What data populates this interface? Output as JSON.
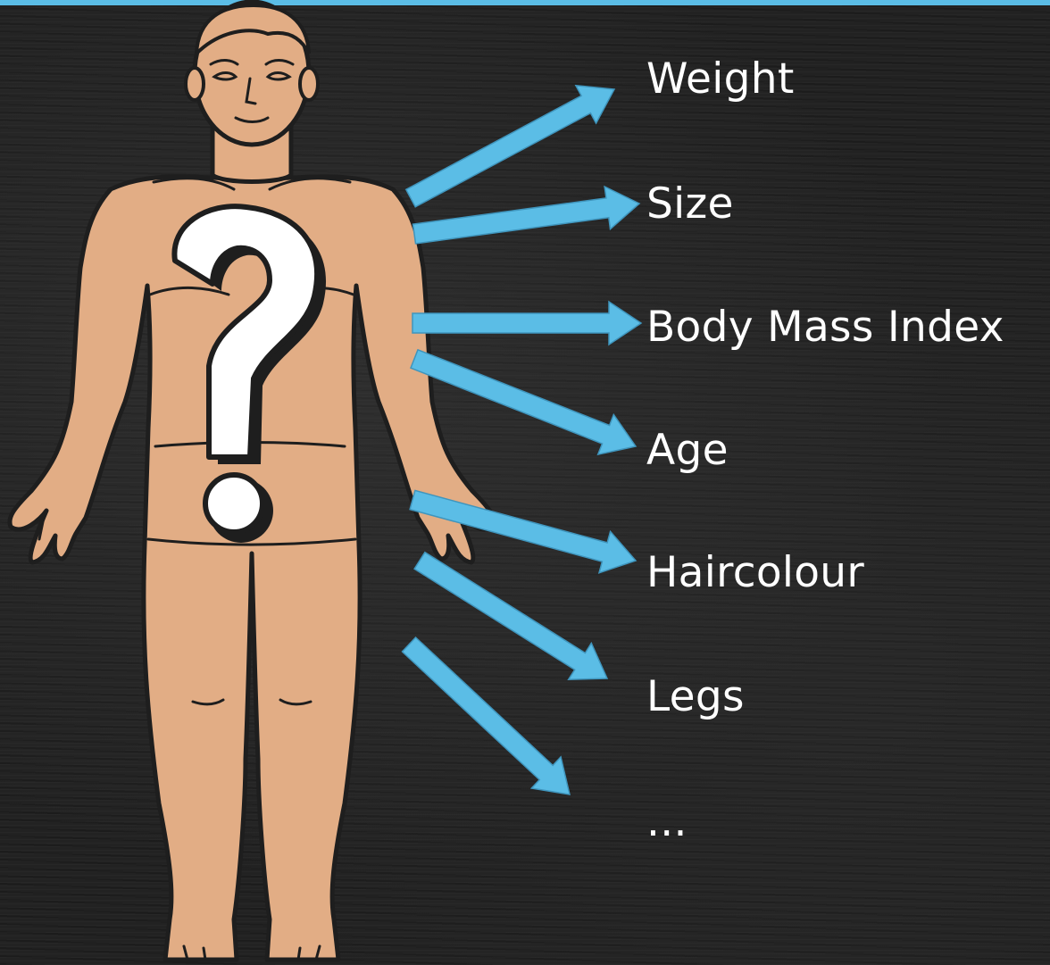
{
  "colors": {
    "background": "#222222",
    "accent": "#5bbde6",
    "skin": "#e2ad85",
    "outline": "#1e1e1e",
    "label_text": "#ffffff"
  },
  "figure": {
    "icon": "human-body-outline",
    "overlay_icon": "question-mark"
  },
  "attributes": [
    {
      "id": "weight",
      "label": "Weight"
    },
    {
      "id": "size",
      "label": "Size"
    },
    {
      "id": "bmi",
      "label": "Body Mass Index"
    },
    {
      "id": "age",
      "label": "Age"
    },
    {
      "id": "haircolour",
      "label": "Haircolour"
    },
    {
      "id": "legs",
      "label": "Legs"
    },
    {
      "id": "more",
      "label": "..."
    }
  ]
}
